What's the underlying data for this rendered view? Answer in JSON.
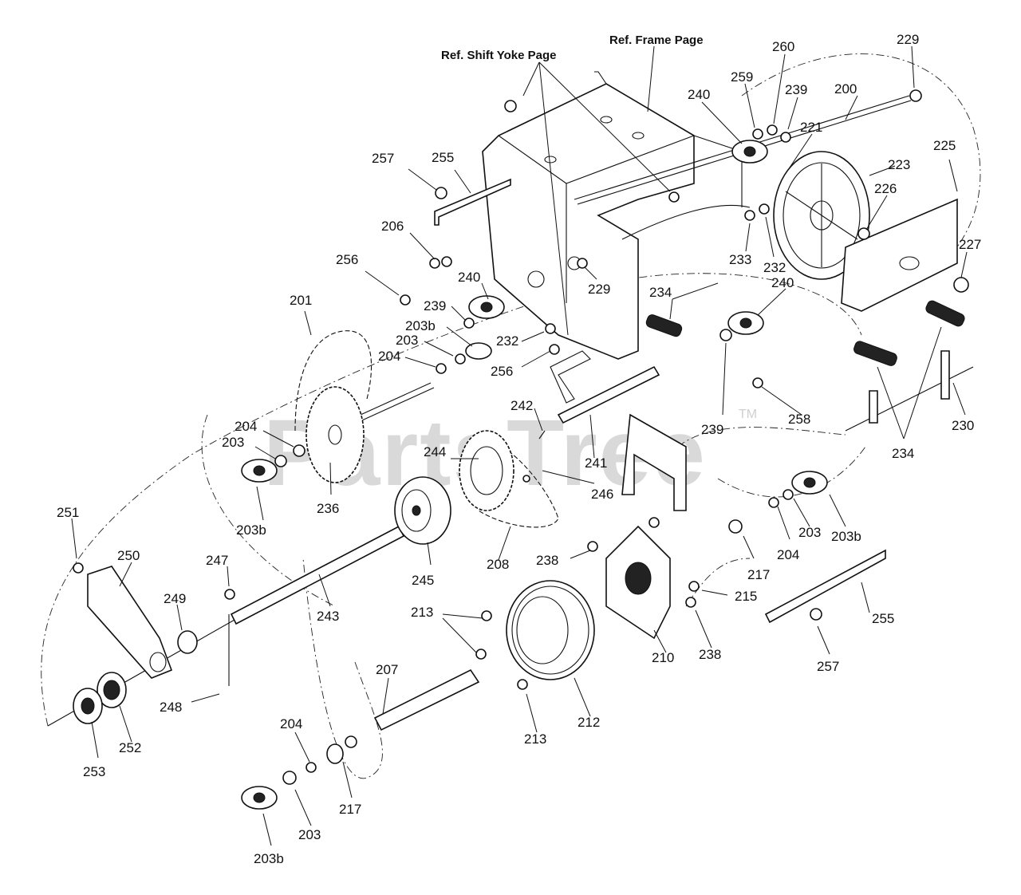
{
  "watermark": {
    "text": "PartsTree",
    "trademark": "TM"
  },
  "references": {
    "shift_yoke": "Ref. Shift Yoke Page",
    "frame": "Ref. Frame Page"
  },
  "part_labels": [
    "229",
    "260",
    "259",
    "239",
    "200",
    "240",
    "221",
    "223",
    "225",
    "226",
    "227",
    "257",
    "255",
    "206",
    "256",
    "233",
    "232",
    "240",
    "229",
    "240",
    "201",
    "239",
    "234",
    "203b",
    "232",
    "203",
    "204",
    "256",
    "242",
    "239",
    "258",
    "230",
    "234",
    "204",
    "203",
    "236",
    "244",
    "241",
    "246",
    "203b",
    "204",
    "203",
    "203b",
    "251",
    "250",
    "247",
    "245",
    "208",
    "217",
    "238",
    "215",
    "255",
    "249",
    "243",
    "213",
    "210",
    "238",
    "257",
    "207",
    "248",
    "212",
    "213",
    "253",
    "252",
    "204",
    "217",
    "203",
    "203b"
  ]
}
